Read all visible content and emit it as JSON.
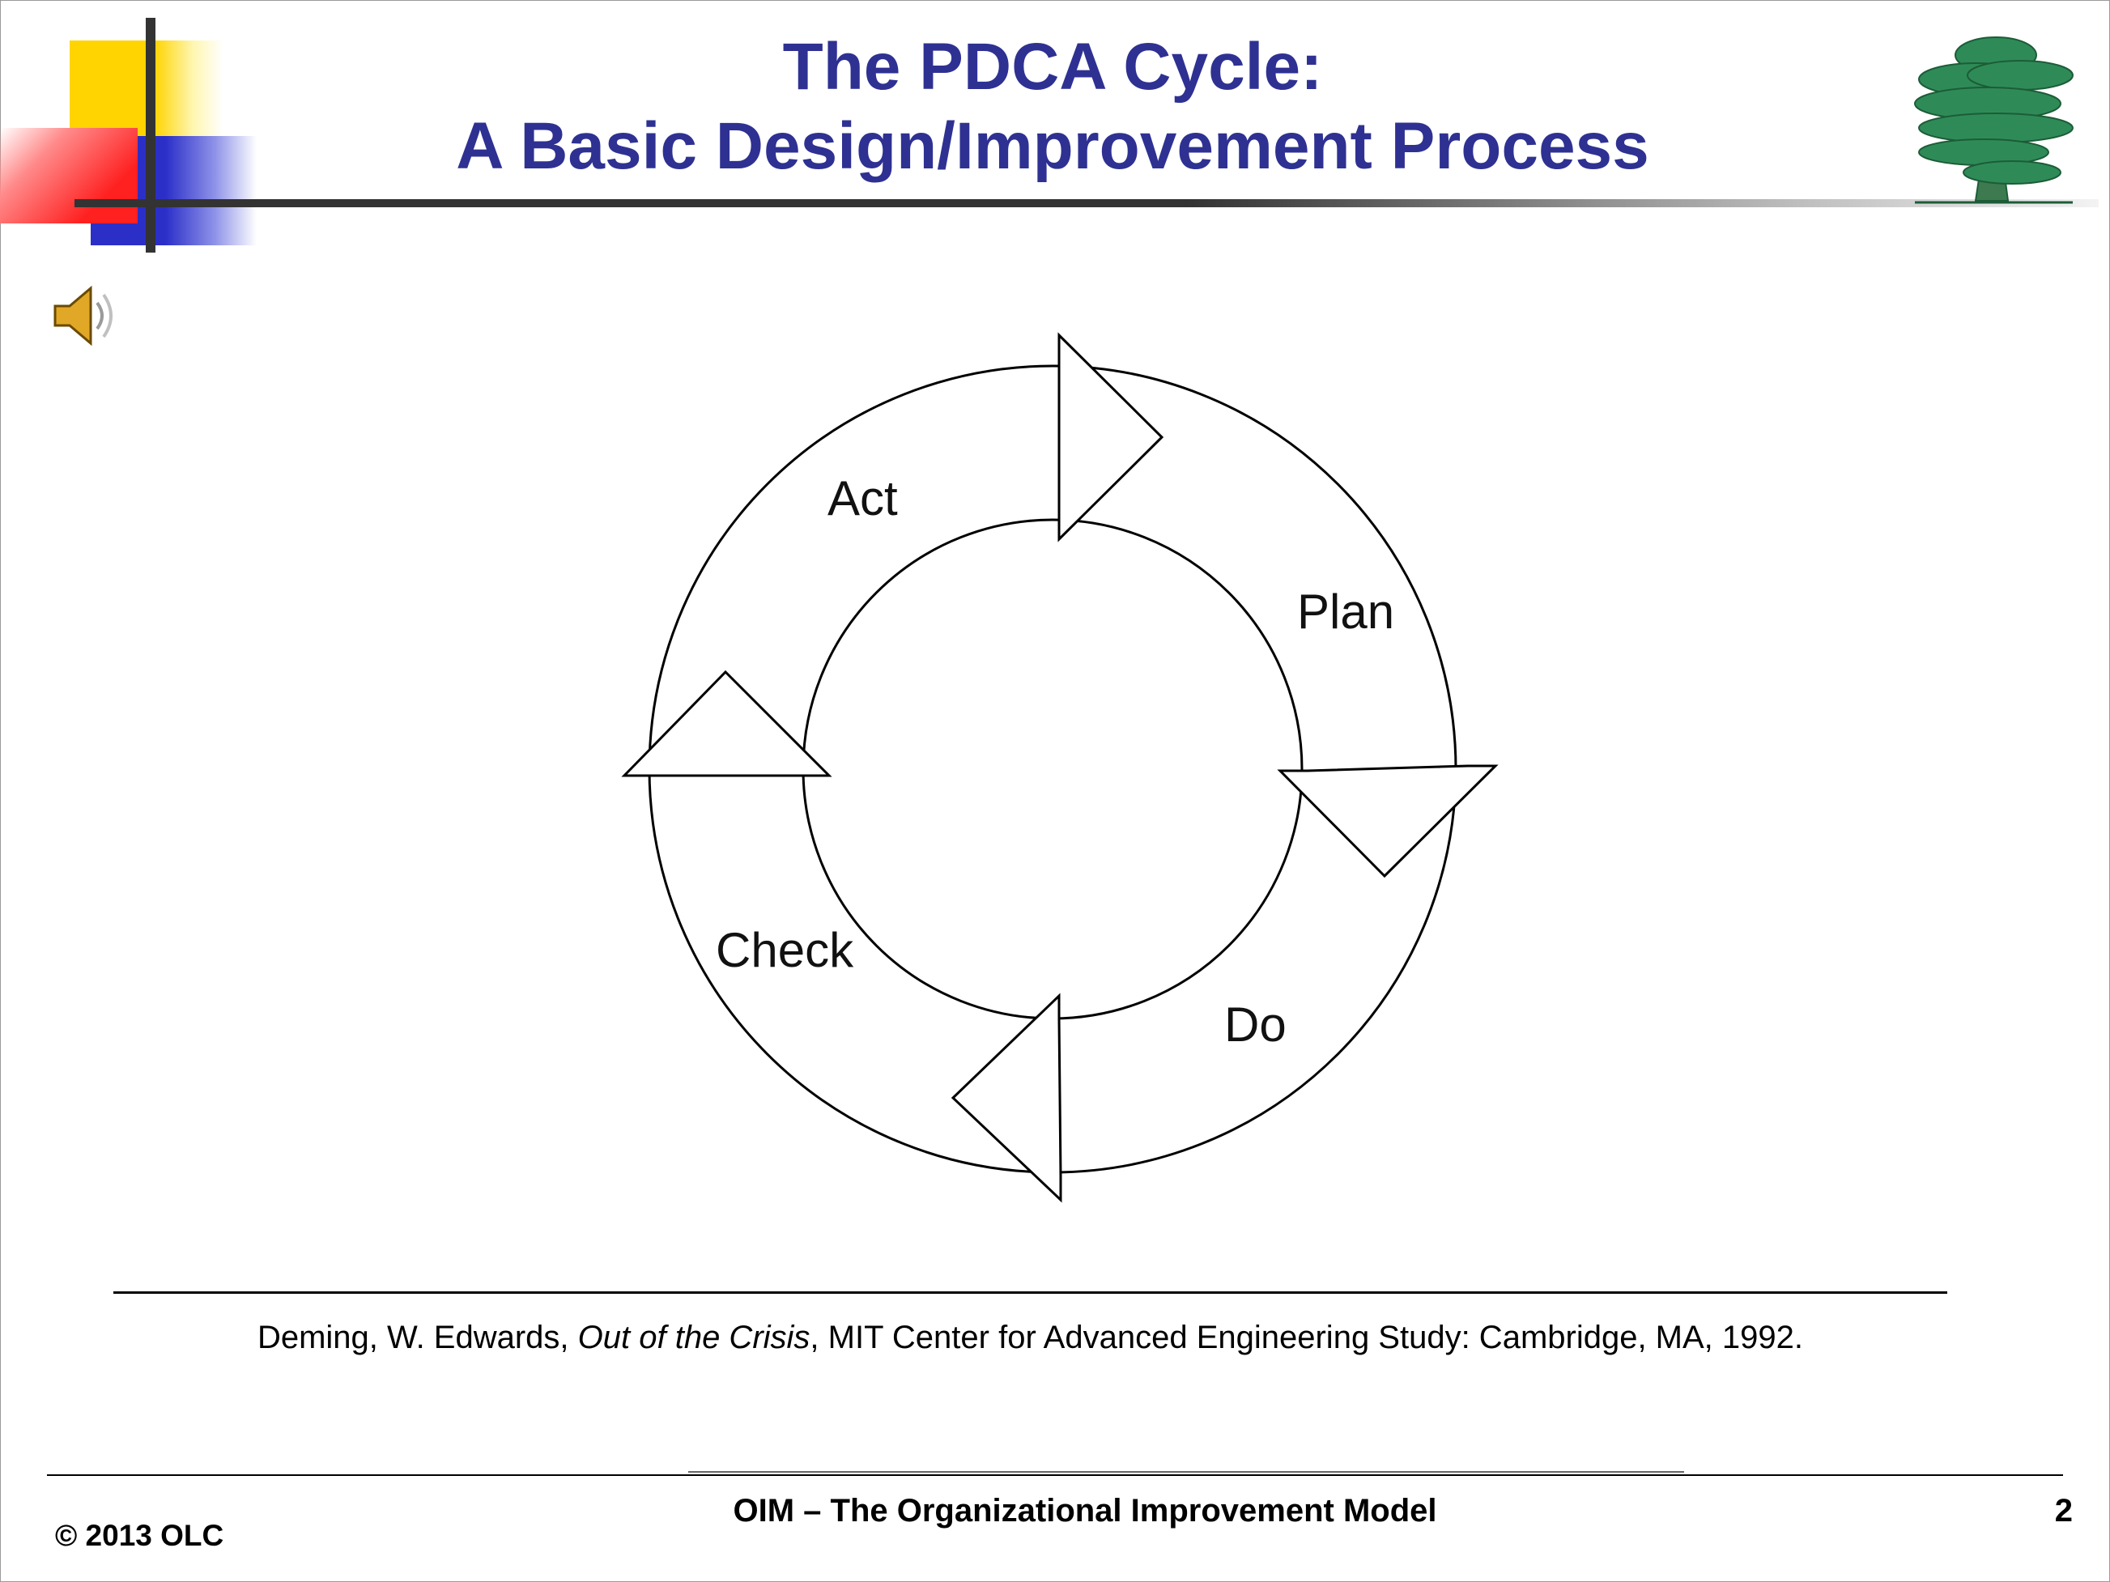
{
  "slide": {
    "title_line1": "The PDCA Cycle:",
    "title_line2": "A Basic Design/Improvement Process",
    "colors": {
      "title": "#2e3192",
      "deco_yellow": "#ffd400",
      "deco_red": "#ff2020",
      "deco_blue": "#2b2fc8",
      "tree": "#2e8b57"
    }
  },
  "cycle": {
    "labels": {
      "act": "Act",
      "plan": "Plan",
      "do": "Do",
      "check": "Check"
    }
  },
  "citation": {
    "before": "Deming, W. Edwards, ",
    "title": "Out of the Crisis",
    "after": ", MIT Center for Advanced Engineering Study: Cambridge, MA, 1992."
  },
  "footer": {
    "center": "OIM – The Organizational Improvement Model",
    "left": "© 2013 OLC",
    "page_number": "2"
  },
  "icons": {
    "speaker": "speaker-icon",
    "tree": "tree-logo-icon"
  }
}
